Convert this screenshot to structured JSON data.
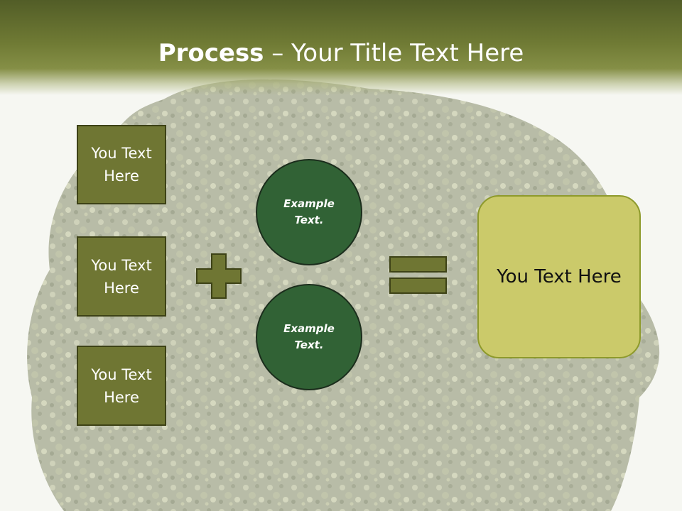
{
  "slide": {
    "title_bold": "Process",
    "title_rest": " – Your Title Text Here"
  },
  "inputs": [
    {
      "label": "You Text Here"
    },
    {
      "label": "You Text Here"
    },
    {
      "label": "You Text Here"
    }
  ],
  "circles": [
    {
      "label": "Example Text."
    },
    {
      "label": "Example Text."
    }
  ],
  "result": {
    "label": "You Text Here"
  },
  "colors": {
    "header": "#6f7a34",
    "square_fill": "#6f7633",
    "circle_fill": "#316235",
    "result_fill": "#cbca6a",
    "operator_fill": "#6f7633"
  },
  "icons": {
    "plus": "plus-icon",
    "equals": "equals-icon"
  }
}
